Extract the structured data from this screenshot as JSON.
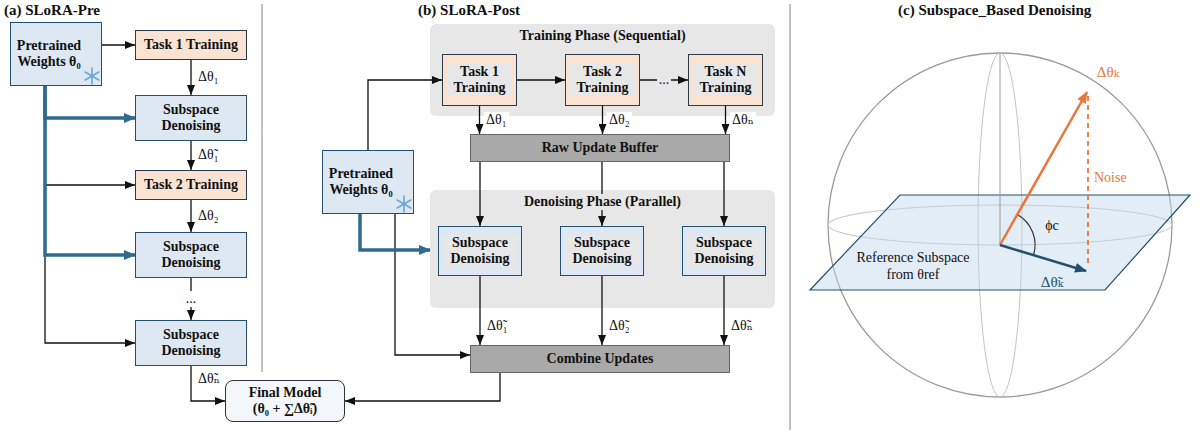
{
  "diagram": {
    "nodes": [
      {
        "text": [
          "Pretrained Weights θ₀"
        ]
      },
      {
        "text": [
          "Task 1 Training"
        ]
      },
      {
        "text": [
          "Subspace Denoising"
        ]
      },
      {
        "text": [
          "Task 2 Training"
        ]
      },
      {
        "text": [
          "Subspace Denoising"
        ]
      },
      {
        "text": [
          "Subspace Denoising"
        ]
      },
      {
        "text": [
          "Final Model",
          "(θ₀ + ∑Δθ̃ᵢ)"
        ]
      },
      {
        "text": [
          "Training Phase (Sequential)"
        ]
      },
      {
        "text": [
          "Task 1 Training"
        ],
        "in": 7
      },
      {
        "text": [
          "Task 2 Training"
        ],
        "in": 7
      },
      {
        "text": [
          "Task N Training"
        ],
        "in": 7
      },
      {
        "text": [
          "Pretrained Weights θ₀"
        ]
      },
      {
        "text": [
          "Raw Update Buffer"
        ]
      },
      {
        "text": [
          "Denoising Phase (Parallel)"
        ]
      },
      {
        "text": [
          "Subspace Denoising"
        ],
        "in": 13
      },
      {
        "text": [
          "Subspace Denoising"
        ],
        "in": 13
      },
      {
        "text": [
          "Subspace Denoising"
        ],
        "in": 13
      },
      {
        "text": [
          "Combine Updates"
        ]
      }
    ],
    "edges": [
      {
        "from": 0,
        "to": 1,
        "arrow": "to"
      },
      {
        "from": 0,
        "to": 2,
        "arrow": "to"
      },
      {
        "from": 0,
        "to": 3,
        "arrow": "to"
      },
      {
        "from": 0,
        "to": 4,
        "arrow": "to"
      },
      {
        "from": 0,
        "to": 5,
        "arrow": "to"
      },
      {
        "from": 1,
        "to": 2,
        "label": "Δθ₁",
        "arrow": "to"
      },
      {
        "from": 2,
        "to": 3,
        "label": "Δθ̃₁",
        "arrow": "to"
      },
      {
        "from": 3,
        "to": 4,
        "label": "Δθ₂",
        "arrow": "to"
      },
      {
        "from": 4,
        "to": 5,
        "label": "...",
        "arrow": "to"
      },
      {
        "from": 5,
        "to": 6,
        "label": "Δθ̃ₙ",
        "arrow": "to"
      },
      {
        "from": 11,
        "to": 8,
        "arrow": "to"
      },
      {
        "from": 8,
        "to": 9,
        "arrow": "to"
      },
      {
        "from": 9,
        "to": 10,
        "label": "...",
        "arrow": "to"
      },
      {
        "from": 8,
        "to": 12,
        "label": "Δθ₁",
        "arrow": "to"
      },
      {
        "from": 9,
        "to": 12,
        "label": "Δθ₂",
        "arrow": "to"
      },
      {
        "from": 10,
        "to": 12,
        "label": "Δθₙ",
        "arrow": "to"
      },
      {
        "from": 12,
        "to": 14,
        "arrow": "to"
      },
      {
        "from": 12,
        "to": 15,
        "arrow": "to"
      },
      {
        "from": 12,
        "to": 16,
        "arrow": "to"
      },
      {
        "from": 11,
        "to": 13,
        "arrow": "to"
      },
      {
        "from": 11,
        "to": 17,
        "arrow": "to"
      },
      {
        "from": 14,
        "to": 17,
        "label": "Δθ̃₁",
        "arrow": "to"
      },
      {
        "from": 15,
        "to": 17,
        "label": "Δθ̃₂",
        "arrow": "to"
      },
      {
        "from": 16,
        "to": 17,
        "label": "Δθ̃ₙ",
        "arrow": "to"
      },
      {
        "from": 17,
        "to": 6,
        "arrow": "to"
      }
    ],
    "labels": [
      "(a) SLoRA-Pre",
      "(b) SLoRA-Post",
      "(c) Subspace_Based Denoising",
      "Δθₖ",
      "Noise",
      "ϕc",
      "Δθ̃ₖ",
      "Reference Subspace from θref"
    ]
  }
}
